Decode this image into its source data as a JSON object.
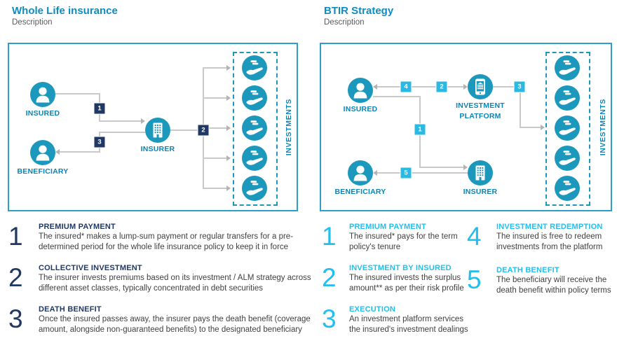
{
  "colors": {
    "title_blue": "#0E8CC0",
    "node_teal": "#1B98BC",
    "node_label_blue": "#0C84B6",
    "navy": "#1F3864",
    "cyan": "#22BFEE",
    "badge_cyan": "#29B9E2",
    "box_border": "#2E9FCB",
    "line_gray": "#C9C9C9",
    "body_text": "#3F3F3F"
  },
  "icons": {
    "insured": "person-icon",
    "beneficiary": "person-icon",
    "insurer": "building-icon",
    "investment_platform": "mobile-banking-icon",
    "investment": "hand-coins-icon"
  },
  "left": {
    "title": "Whole Life insurance",
    "subtitle": "Description",
    "diagram": {
      "insured": "INSURED",
      "beneficiary": "BENEFICIARY",
      "insurer": "INSURER",
      "investments_label": "INVESTMENTS",
      "badges": [
        "1",
        "2",
        "3"
      ]
    },
    "items": [
      {
        "num": "1",
        "heading": "PREMIUM PAYMENT",
        "body": "The insured* makes a lump-sum payment or regular transfers for a pre-determined period for the whole life insurance policy to keep it in force"
      },
      {
        "num": "2",
        "heading": "COLLECTIVE INVESTMENT",
        "body": "The insurer invests premiums based on its investment / ALM strategy across different asset classes, typically concentrated in debt securities"
      },
      {
        "num": "3",
        "heading": "DEATH BENEFIT",
        "body": "Once the insured passes away, the insurer pays the death benefit (coverage amount, alongside non-guaranteed benefits) to the designated beneficiary"
      }
    ]
  },
  "right": {
    "title": "BTIR Strategy",
    "subtitle": "Description",
    "diagram": {
      "insured": "INSURED",
      "beneficiary": "BENEFICIARY",
      "insurer": "INSURER",
      "platform_line1": "INVESTMENT",
      "platform_line2": "PLATFORM",
      "investments_label": "INVESTMENTS",
      "badges": [
        "1",
        "2",
        "3",
        "4",
        "5"
      ]
    },
    "items_col1": [
      {
        "num": "1",
        "heading": "PREMIUM PAYMENT",
        "body": "The insured* pays for the term policy's tenure"
      },
      {
        "num": "2",
        "heading": "INVESTMENT BY INSURED",
        "body": "The insured invests the surplus amount** as per their risk profile"
      },
      {
        "num": "3",
        "heading": "EXECUTION",
        "body": "An investment platform services the insured's investment dealings"
      }
    ],
    "items_col2": [
      {
        "num": "4",
        "heading": "INVESTMENT REDEMPTION",
        "body": "The insured is free to redeem investments from the platform"
      },
      {
        "num": "5",
        "heading": "DEATH BENEFIT",
        "body": "The beneficiary will receive the death benefit within policy terms"
      }
    ]
  }
}
